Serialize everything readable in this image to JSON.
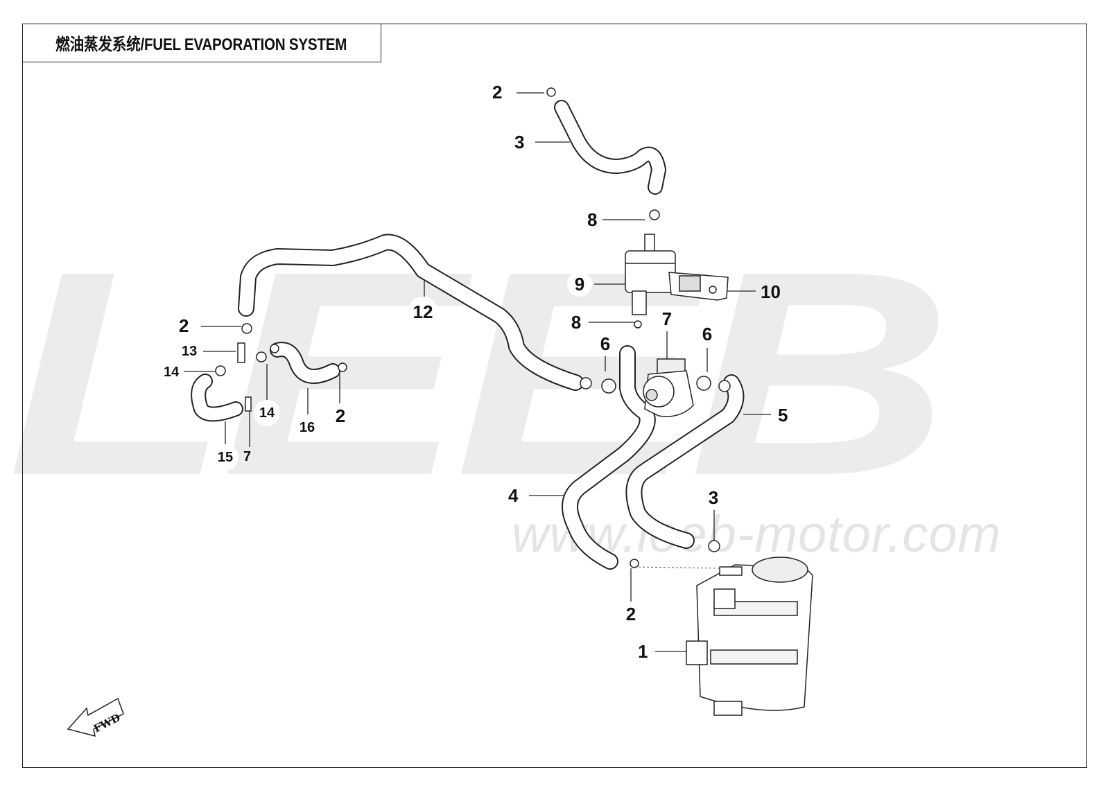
{
  "title": "燃油蒸发系统/FUEL EVAPORATION SYSTEM",
  "watermark": {
    "brand": "LEEB",
    "url": "www.leeb-motor.com"
  },
  "direction_arrow": {
    "label": "FWD"
  },
  "callouts": {
    "c2a": "2",
    "c3a": "3",
    "c8a": "8",
    "c9": "9",
    "c10": "10",
    "c8b": "8",
    "c7a": "7",
    "c6a": "6",
    "c6b": "6",
    "c12": "12",
    "c2b": "2",
    "c13": "13",
    "c14a": "14",
    "c14b": "14",
    "c16": "16",
    "c2c": "2",
    "c15": "15",
    "c7b": "7",
    "c5": "5",
    "c4": "4",
    "c3b": "3",
    "c2d": "2",
    "c1": "1"
  }
}
